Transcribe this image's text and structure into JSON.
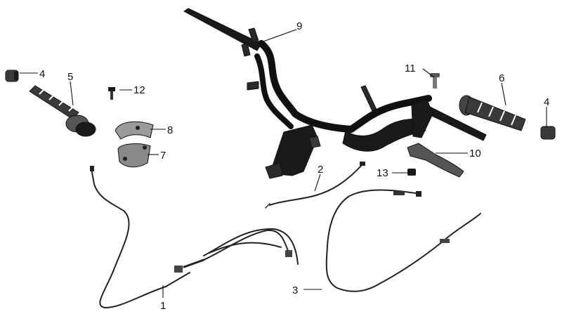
{
  "diagram": {
    "callouts": [
      {
        "id": "p1",
        "label": "1"
      },
      {
        "id": "p2",
        "label": "2"
      },
      {
        "id": "p3",
        "label": "3"
      },
      {
        "id": "p4l",
        "label": "4"
      },
      {
        "id": "p4r",
        "label": "4"
      },
      {
        "id": "p5",
        "label": "5"
      },
      {
        "id": "p6",
        "label": "6"
      },
      {
        "id": "p7",
        "label": "7"
      },
      {
        "id": "p8",
        "label": "8"
      },
      {
        "id": "p9",
        "label": "9"
      },
      {
        "id": "p10",
        "label": "10"
      },
      {
        "id": "p11",
        "label": "11"
      },
      {
        "id": "p12",
        "label": "12"
      },
      {
        "id": "p13",
        "label": "13"
      }
    ]
  }
}
